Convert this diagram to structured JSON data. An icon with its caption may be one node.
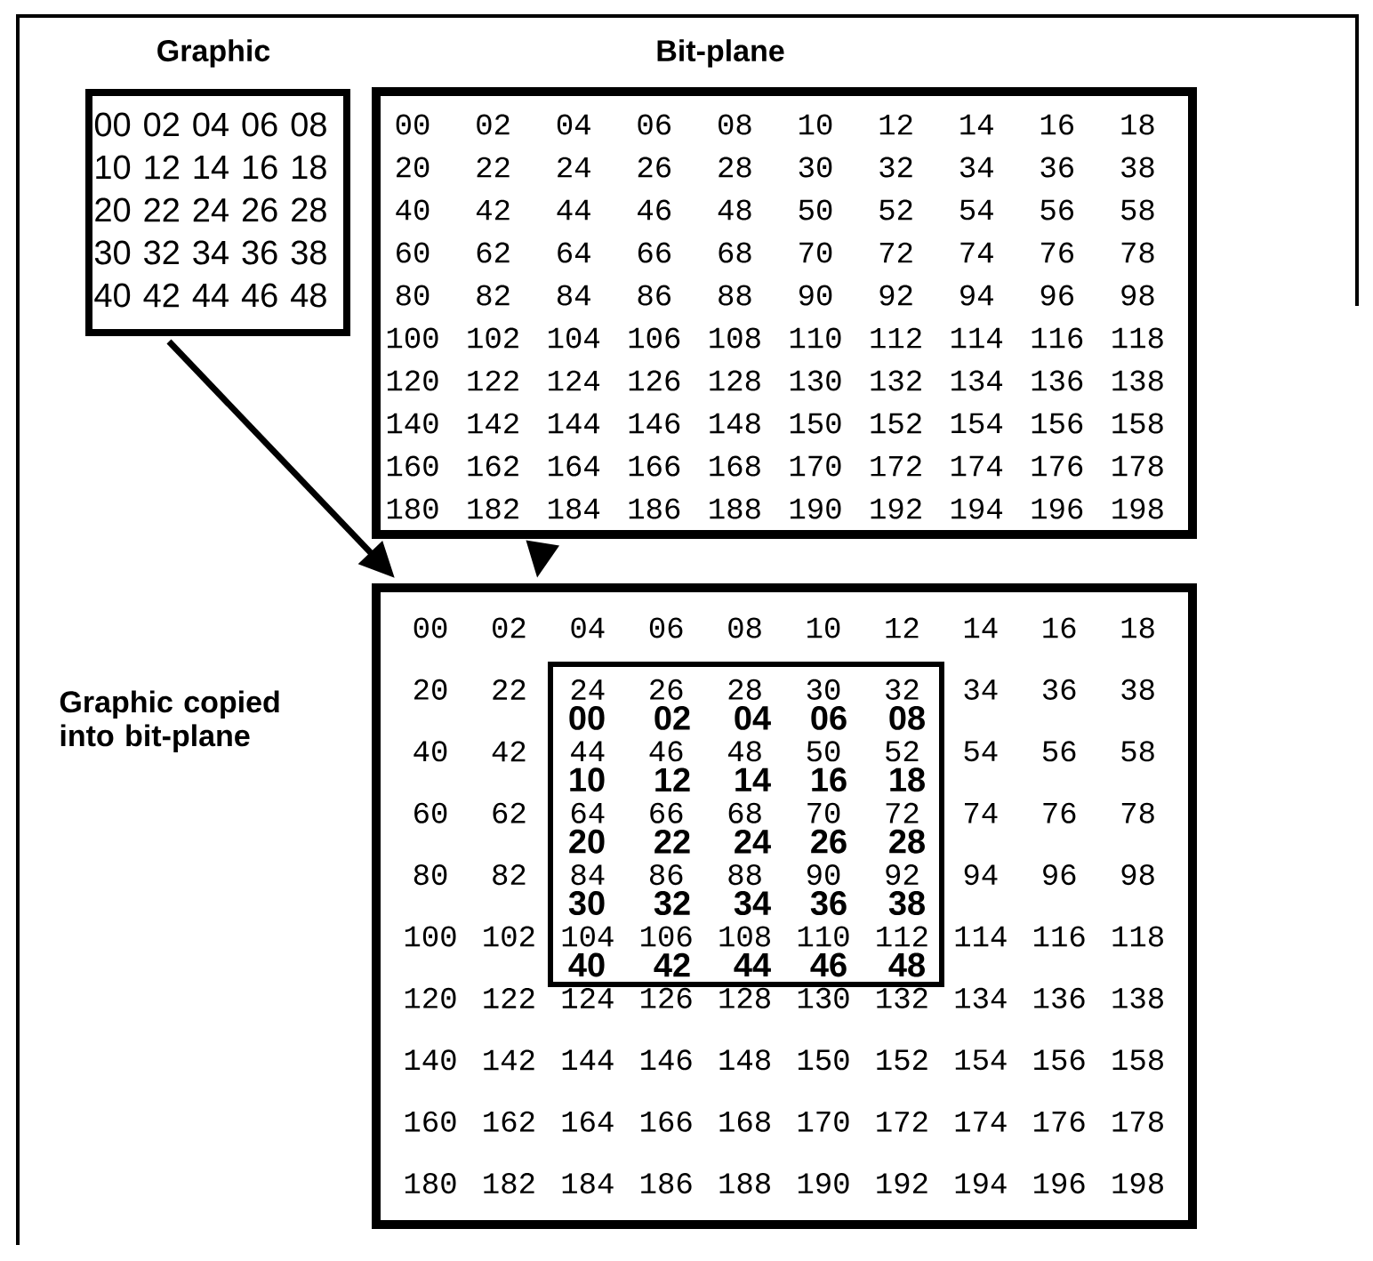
{
  "diagram": {
    "nodes": [
      {
        "text": [
          "Graphic",
          "00",
          "02",
          "04",
          "06",
          "08",
          "10",
          "12",
          "14",
          "16",
          "18",
          "20",
          "22",
          "24",
          "26",
          "28",
          "30",
          "32",
          "34",
          "36",
          "38",
          "40",
          "42",
          "44",
          "46",
          "48"
        ]
      },
      {
        "text": [
          "Bit-plane",
          "00",
          "02",
          "04",
          "06",
          "08",
          "10",
          "12",
          "14",
          "16",
          "18",
          "20",
          "22",
          "24",
          "26",
          "28",
          "30",
          "32",
          "34",
          "36",
          "38",
          "40",
          "42",
          "44",
          "46",
          "48",
          "50",
          "52",
          "54",
          "56",
          "58",
          "60",
          "62",
          "64",
          "66",
          "68",
          "70",
          "72",
          "74",
          "76",
          "78",
          "80",
          "82",
          "84",
          "86",
          "88",
          "90",
          "92",
          "94",
          "96",
          "98",
          "100",
          "102",
          "104",
          "106",
          "108",
          "110",
          "112",
          "114",
          "116",
          "118",
          "120",
          "122",
          "124",
          "126",
          "128",
          "130",
          "132",
          "134",
          "136",
          "138",
          "140",
          "142",
          "144",
          "146",
          "148",
          "150",
          "152",
          "154",
          "156",
          "158",
          "160",
          "162",
          "164",
          "166",
          "168",
          "170",
          "172",
          "174",
          "176",
          "178",
          "180",
          "182",
          "184",
          "186",
          "188",
          "190",
          "192",
          "194",
          "196",
          "198"
        ]
      },
      {
        "text": [
          "00",
          "02",
          "04",
          "06",
          "08",
          "10",
          "12",
          "14",
          "16",
          "18",
          "20",
          "22",
          "34",
          "36",
          "38",
          "40",
          "42",
          "54",
          "56",
          "58",
          "60",
          "62",
          "74",
          "76",
          "78",
          "80",
          "82",
          "94",
          "96",
          "98",
          "100",
          "102",
          "114",
          "116",
          "118",
          "120",
          "122",
          "124",
          "126",
          "128",
          "130",
          "132",
          "134",
          "136",
          "138",
          "140",
          "142",
          "144",
          "146",
          "148",
          "150",
          "152",
          "154",
          "156",
          "158",
          "160",
          "162",
          "164",
          "166",
          "168",
          "170",
          "172",
          "174",
          "176",
          "178",
          "180",
          "182",
          "184",
          "186",
          "188",
          "190",
          "192",
          "194",
          "196",
          "198"
        ]
      },
      {
        "text": [
          "24",
          "26",
          "28",
          "30",
          "32",
          "00",
          "02",
          "04",
          "06",
          "08",
          "44",
          "46",
          "48",
          "50",
          "52",
          "10",
          "12",
          "14",
          "16",
          "18",
          "64",
          "66",
          "68",
          "70",
          "72",
          "20",
          "22",
          "24",
          "26",
          "28",
          "84",
          "86",
          "88",
          "90",
          "92",
          "30",
          "32",
          "34",
          "36",
          "38",
          "104",
          "106",
          "108",
          "110",
          "112",
          "40",
          "42",
          "44",
          "46",
          "48"
        ],
        "in": 2
      }
    ],
    "labels": [
      "Graphic copied into bit-plane"
    ],
    "edges": [
      {
        "from": 0,
        "to": 2,
        "arrow": "to"
      },
      {
        "from": 1,
        "to": 2,
        "arrow": "to"
      }
    ]
  }
}
